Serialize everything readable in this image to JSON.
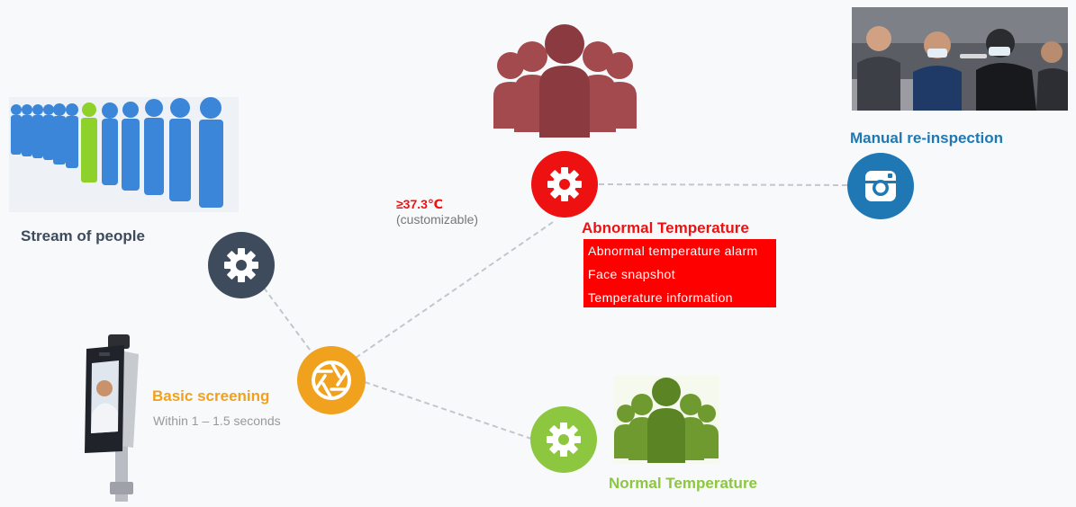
{
  "labels": {
    "stream": "Stream of people",
    "basic": "Basic screening",
    "basic_sub": "Within 1 – 1.5 seconds",
    "threshold": "≥37.3℃",
    "threshold_sub": "(customizable)",
    "abnormal": "Abnormal Temperature",
    "manual": "Manual re-inspection",
    "normal": "Normal Temperature"
  },
  "abnormal_items": [
    "Abnormal temperature alarm",
    "Face snapshot",
    "Temperature information"
  ],
  "colors": {
    "stream": "#3d4b5c",
    "basic": "#f0a11e",
    "abnormal": "#ee1111",
    "manual": "#1f78b4",
    "normal": "#8dc63f",
    "sub_text": "#888888"
  },
  "icons": {
    "stream_node": "gear-icon",
    "basic_node": "camera-shutter-icon",
    "abnormal_node": "gear-icon",
    "manual_node": "instagram-camera-icon",
    "normal_node": "gear-icon"
  }
}
